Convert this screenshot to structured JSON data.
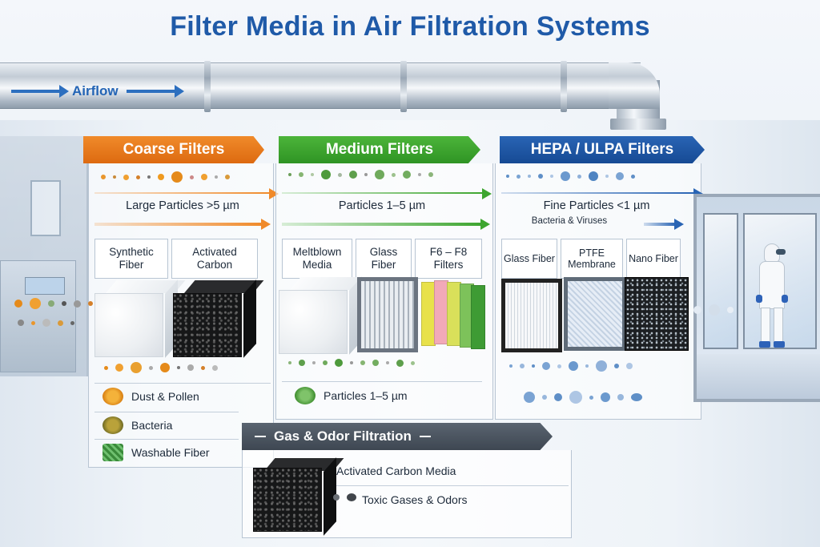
{
  "title": "Filter Media in Air Filtration Systems",
  "airflow_label": "Airflow",
  "stages": {
    "coarse": {
      "title": "Coarse Filters",
      "color": "#f08a2a",
      "particle_range": "Large Particles >5 µm",
      "media": [
        "Synthetic Fiber",
        "Activated Carbon"
      ],
      "legend": [
        {
          "label": "Dust & Pollen",
          "icon": "pollen-icon"
        },
        {
          "label": "Bacteria",
          "icon": "bacteria-icon"
        },
        {
          "label": "Washable Fiber",
          "icon": "washable-fiber-icon"
        }
      ]
    },
    "medium": {
      "title": "Medium Filters",
      "color": "#3da52f",
      "particle_range": "Particles 1–5 µm",
      "media": [
        "Meltblown Media",
        "Glass Fiber",
        "F6 – F8 Filters"
      ],
      "legend": [
        {
          "label": "Particles 1–5 µm",
          "icon": "particle-cluster-icon"
        }
      ]
    },
    "hepa": {
      "title": "HEPA / ULPA Filters",
      "color": "#1f55a3",
      "particle_range": "Fine Particles <1 µm",
      "particle_sub": "Bacteria & Viruses",
      "media": [
        "Glass Fiber",
        "PTFE Membrane",
        "Nano Fiber"
      ]
    }
  },
  "gas": {
    "title": "Gas & Odor Filtration",
    "media_label": "Activated Carbon Media",
    "target_label": "Toxic Gases & Odors"
  }
}
